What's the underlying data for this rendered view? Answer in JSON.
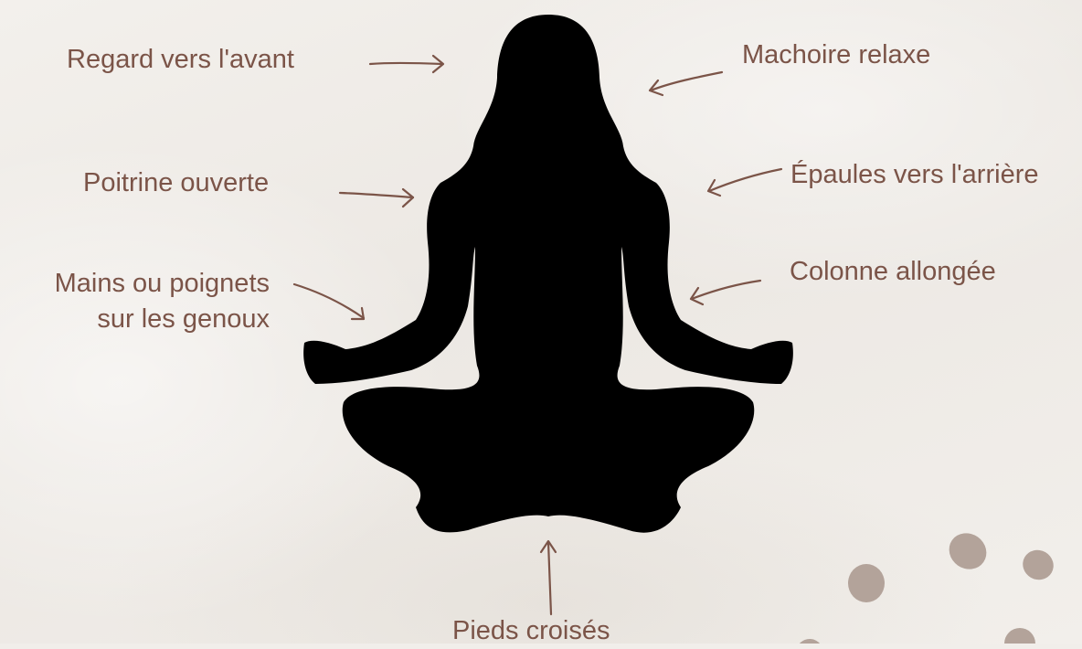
{
  "labels": {
    "regard": "Regard vers l'avant",
    "machoire": "Machoire relaxe",
    "poitrine": "Poitrine ouverte",
    "epaules": "Épaules vers l'arrière",
    "colonne": "Colonne allongée",
    "mains_line1": "Mains ou poignets",
    "mains_line2": "sur les genoux",
    "pieds": "Pieds croisés"
  },
  "colors": {
    "text": "#7b5448",
    "arrow": "#7b5448",
    "silhouette": "#000000",
    "dots": "#b3a39a",
    "background": "#f1eeea"
  }
}
